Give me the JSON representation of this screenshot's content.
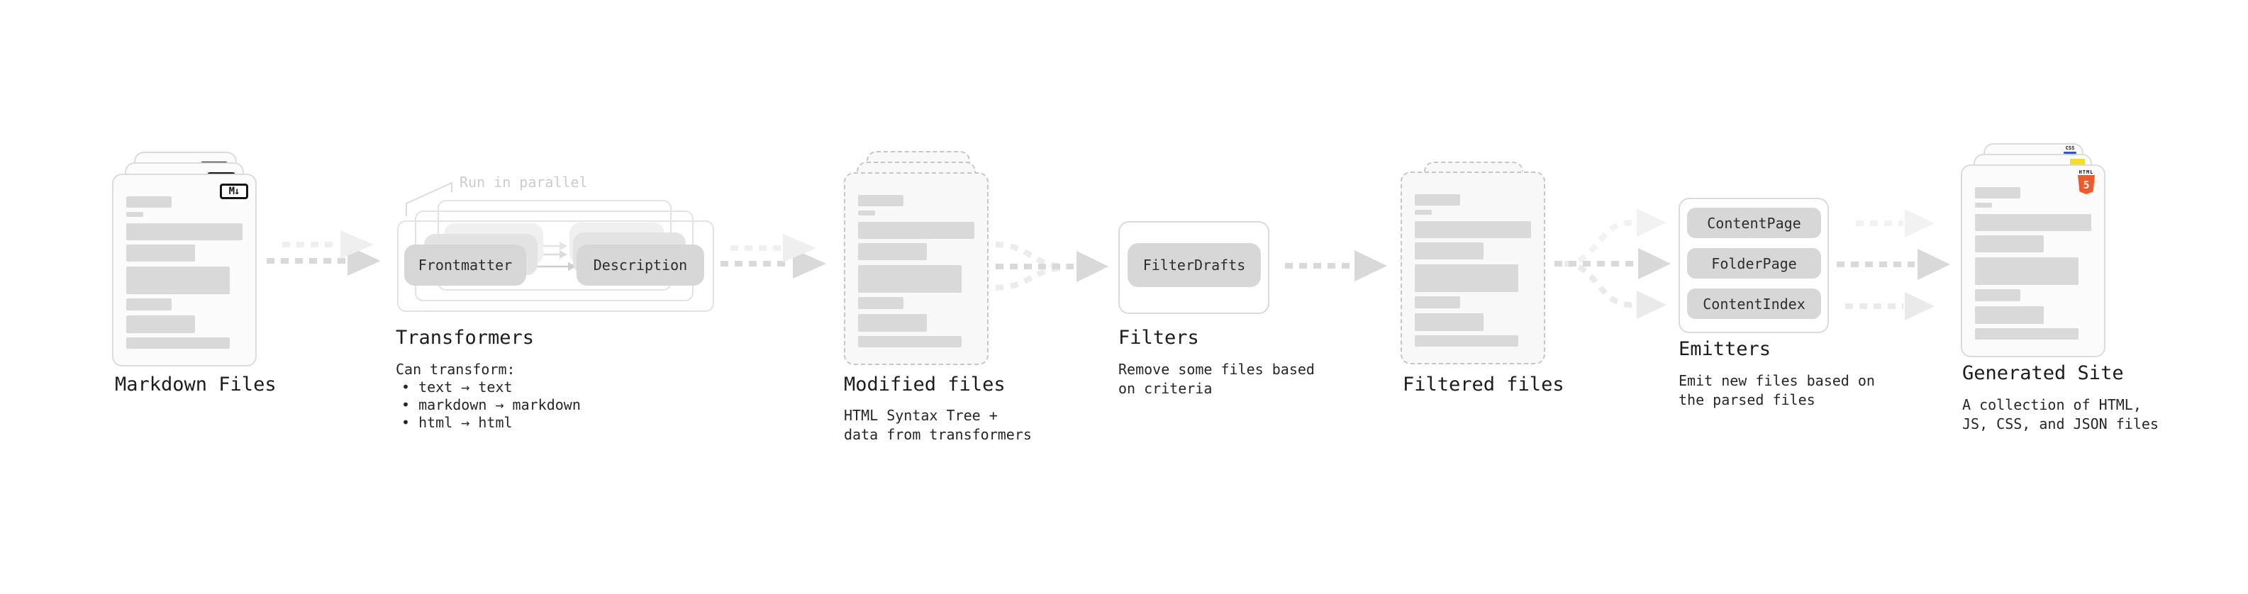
{
  "pipeline": {
    "markdown": {
      "title": "Markdown Files",
      "file_icon": "M↓"
    },
    "transformers": {
      "note": "Run in parallel",
      "pill_left": "Frontmatter",
      "pill_right": "Description",
      "title": "Transformers",
      "caption": "Can transform:",
      "bullets": "• text → text\n• markdown → markdown\n• html → html"
    },
    "modified": {
      "title": "Modified files",
      "caption": "HTML Syntax Tree +\ndata from transformers"
    },
    "filters": {
      "pill": "FilterDrafts",
      "title": "Filters",
      "caption": "Remove some files based\non criteria"
    },
    "filtered": {
      "title": "Filtered files"
    },
    "emitters": {
      "pills": [
        "ContentPage",
        "FolderPage",
        "ContentIndex"
      ],
      "title": "Emitters",
      "caption": "Emit new files based on\nthe parsed files"
    },
    "generated": {
      "title": "Generated Site",
      "caption": "A collection of HTML,\nJS, CSS, and JSON files",
      "css_badge": "CSS",
      "html_badge_word": "HTML",
      "html_badge_number": "5"
    }
  },
  "colors": {
    "background": "#ffffff",
    "card_fill": "#fbfbfb",
    "card_border": "#dcdcdc",
    "dashed_border": "#c6c6c6",
    "placeholder_bar": "#d9d9d9",
    "pill_fill": "#d7d7d7",
    "arrow_dark": "#d9d9d9",
    "arrow_light": "#efefef",
    "note_text": "#cccccc",
    "js_yellow": "#f7df1e",
    "css_blue": "#2d53e5",
    "html5_orange": "#f1582a"
  }
}
